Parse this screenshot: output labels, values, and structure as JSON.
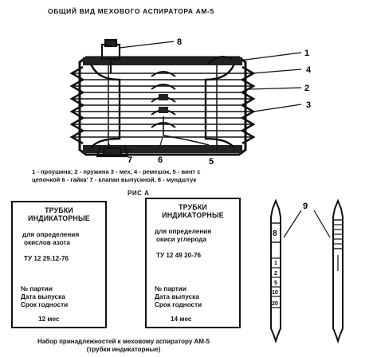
{
  "header": {
    "title": "ОБЩИЙ ВИД МЕХОВОГО АСПИРАТОРА АМ-5"
  },
  "aspirator": {
    "callouts": [
      "8",
      "1",
      "4",
      "2",
      "3",
      "5",
      "6",
      "7"
    ]
  },
  "legend": {
    "line1": "1 - проушина; 2 - пружина 3 - мех, 4 - ремешок, 5 - винт с",
    "line2": "цепочкой  6 - гайка' 7 - клапан выпускной, 8 - мундштук"
  },
  "figure_label": "РИС А",
  "card_left": {
    "heading1": "ТРУБКИ",
    "heading2": "ИНДИКАТОРНЫЕ",
    "purpose1": "для определения",
    "purpose2": "окислов азота",
    "spec": "ТУ 12 29.12-76",
    "batch": "№ партии",
    "date": "Дата выпуска",
    "shelf": "Срок годности",
    "months": "12 мес"
  },
  "card_right": {
    "heading1": "ТРУБКИ",
    "heading2": "ИНДИКАТОРНЫЕ",
    "purpose1": "для определения",
    "purpose2": "окиси углерода",
    "spec": "ТУ 12 49 20-76",
    "batch": "№ партии",
    "date": "Дата выпуска",
    "shelf": "Срок годности",
    "months": "14 мес"
  },
  "tubes": {
    "callout": "9",
    "left_top_mark": "8",
    "scale": [
      "1",
      "2",
      "5",
      "10",
      "20"
    ]
  },
  "caption": {
    "line1": "Набор принадлежностей к меховому аспиратору АМ-5",
    "line2": "(трубки индикаторные)"
  }
}
